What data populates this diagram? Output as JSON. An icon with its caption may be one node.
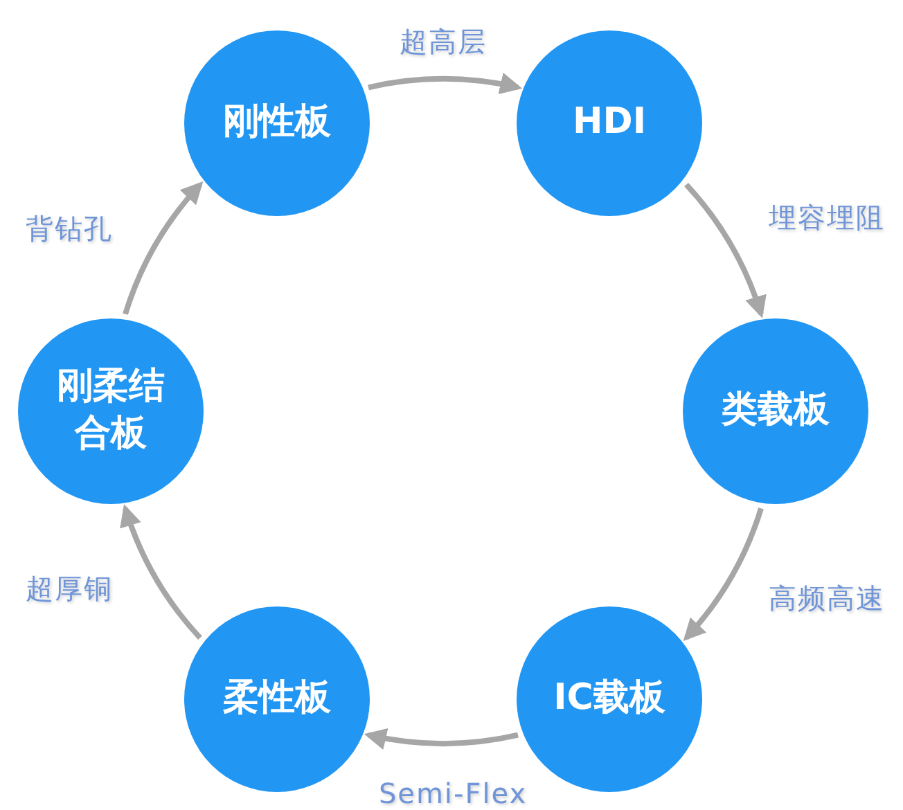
{
  "diagram": {
    "nodes": [
      {
        "text": [
          "刚性板"
        ]
      },
      {
        "text": [
          "HDI"
        ]
      },
      {
        "text": [
          "类载板"
        ]
      },
      {
        "text": [
          "IC载板"
        ]
      },
      {
        "text": [
          "柔性板"
        ]
      },
      {
        "text": [
          "刚柔结合板"
        ]
      }
    ],
    "edges": [
      {
        "from": 0,
        "to": 1,
        "arrow": "to",
        "label": "超高层"
      },
      {
        "from": 1,
        "to": 2,
        "arrow": "to",
        "label": "埋容埋阻"
      },
      {
        "from": 2,
        "to": 3,
        "arrow": "to",
        "label": "高频高速"
      },
      {
        "from": 3,
        "to": 4,
        "arrow": "to",
        "label": "Semi-Flex"
      },
      {
        "from": 4,
        "to": 5,
        "arrow": "to",
        "label": "超厚铜"
      },
      {
        "from": 5,
        "to": 0,
        "arrow": "to",
        "label": "背钻孔"
      }
    ]
  }
}
